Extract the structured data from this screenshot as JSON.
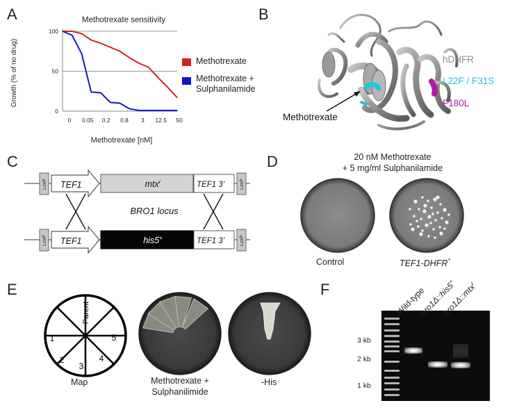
{
  "panels": {
    "a": {
      "letter": "A"
    },
    "b": {
      "letter": "B"
    },
    "c": {
      "letter": "C"
    },
    "d": {
      "letter": "D"
    },
    "e": {
      "letter": "E"
    },
    "f": {
      "letter": "F"
    }
  },
  "chart_data": {
    "type": "line",
    "title": "Methotrexate sensitivity",
    "xlabel": "Methotrexate [nM]",
    "ylabel": "Growth (% of no drug)",
    "categories": [
      "0",
      "0.05",
      "0.2",
      "0.8",
      "3",
      "12.5",
      "50"
    ],
    "x_points": [
      0,
      1,
      2,
      3,
      4,
      5,
      6,
      7,
      8,
      9,
      10,
      11,
      12
    ],
    "ylim": [
      0,
      100
    ],
    "yticks": [
      "0",
      "50",
      "100"
    ],
    "grid": true,
    "legend_position": "right",
    "series": [
      {
        "name": "Methotrexate",
        "color": "#d42020",
        "values": [
          100,
          100,
          97,
          89,
          85,
          80,
          75,
          67,
          60,
          55,
          42,
          30,
          17
        ]
      },
      {
        "name": "Methotrexate + Sulphanilamide",
        "color": "#1414c8",
        "values": [
          100,
          95,
          72,
          24,
          23,
          11,
          10,
          3,
          1,
          1,
          1,
          1,
          1
        ]
      }
    ]
  },
  "legend": {
    "item1": "Methotrexate",
    "item2_line1": "Methotrexate +",
    "item2_line2": "Sulphanilamide"
  },
  "structure": {
    "protein_label": "hDHFR",
    "mutation1": "L22F / F31S",
    "mutation2": "F180L",
    "ligand_label": "Methotrexate",
    "colors": {
      "protein": "#8a8a8a",
      "mutation1": "#22c8d8",
      "mutation2": "#b01aa8"
    }
  },
  "construct": {
    "loxp": "LoxP",
    "tef1": "TEF1",
    "mtx_main": "mtx",
    "mtx_sup": "r",
    "his_main": "his5",
    "his_sup": "+",
    "tef1_3": "TEF1 3’",
    "locus": "BRO1 locus"
  },
  "plates_d": {
    "title_line1": "20 nM Methotrexate",
    "title_line2": "+ 5 mg/ml Sulphanilamide",
    "left_label": "Control",
    "right_label_main": "TEF1-DHFR",
    "right_label_sup": "*"
  },
  "plates_e": {
    "map_label": "Map",
    "parent": "Parent",
    "n1": "1",
    "n2": "2",
    "n3": "3",
    "n4": "4",
    "n5": "5",
    "mid_label_line1": "Methotrexate +",
    "mid_label_line2": "Sulphanilimide",
    "right_label": "-His"
  },
  "gel": {
    "lane1": "Wild-type",
    "lane2_main": "bro1Δ::his5",
    "lane2_sup": "+",
    "lane3_main": "bro1Δ::mtx",
    "lane3_sup": "r",
    "kb3": "3 kb",
    "kb2": "2 kb",
    "kb1": "1 kb"
  }
}
